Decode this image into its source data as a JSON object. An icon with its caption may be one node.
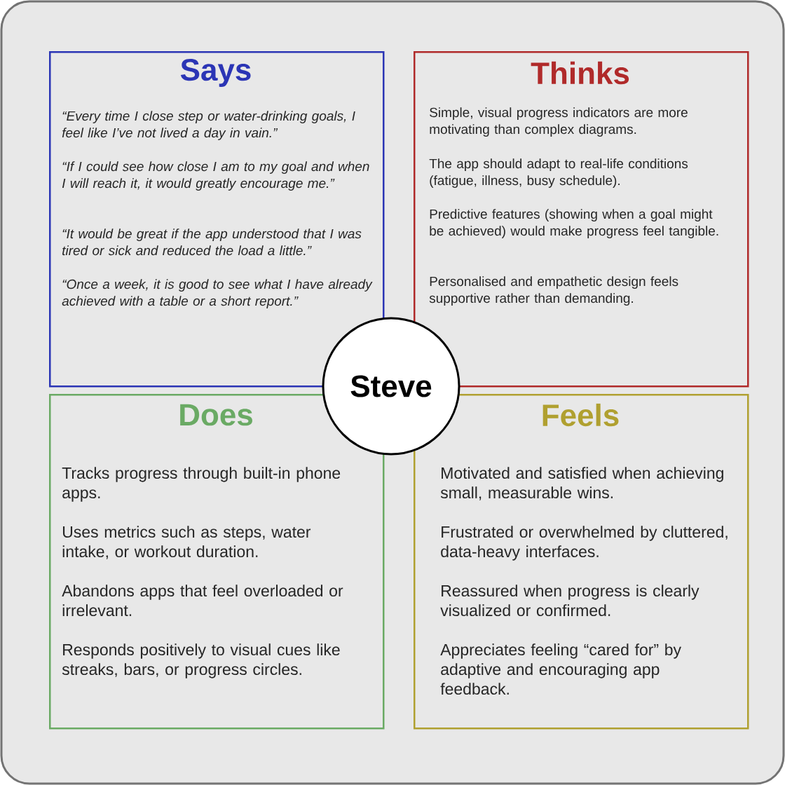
{
  "diagram": {
    "nodes": [
      {
        "text": [
          "Says",
          "“Every time I close step or water-drinking goals, I feel like I’ve not lived a day in vain.”",
          "“If I could see how close I am to my goal and when I will reach it, it would greatly encourage me.”",
          "“It would be great if the app understood that I was tired or sick and reduced the load a little.”",
          "“Once a week, it is good to see what I have already achieved with a table or a short report.”"
        ]
      },
      {
        "text": [
          "Thinks",
          "Simple, visual progress indicators are more motivating than complex diagrams.",
          "The app should adapt to real-life conditions (fatigue, illness, busy schedule).",
          "Predictive features (showing when a goal might be achieved) would make progress feel tangible.",
          "Personalised and empathetic design feels supportive rather than demanding."
        ]
      },
      {
        "text": [
          "Does",
          "Tracks progress through built-in phone apps.",
          "Uses metrics such as steps, water intake, or workout duration.",
          "Abandons apps that feel overloaded or irrelevant.",
          "Responds positively to visual cues like streaks, bars, or progress circles."
        ]
      },
      {
        "text": [
          "Feels",
          "Motivated and satisfied when achieving small, measurable wins.",
          "Frustrated or overwhelmed by cluttered, data-heavy interfaces.",
          "Reassured when progress is clearly visualized or confirmed.",
          "Appreciates feeling “cared for” by adaptive and encouraging app feedback."
        ]
      },
      {
        "text": [
          "Steve"
        ]
      }
    ],
    "edges": []
  }
}
